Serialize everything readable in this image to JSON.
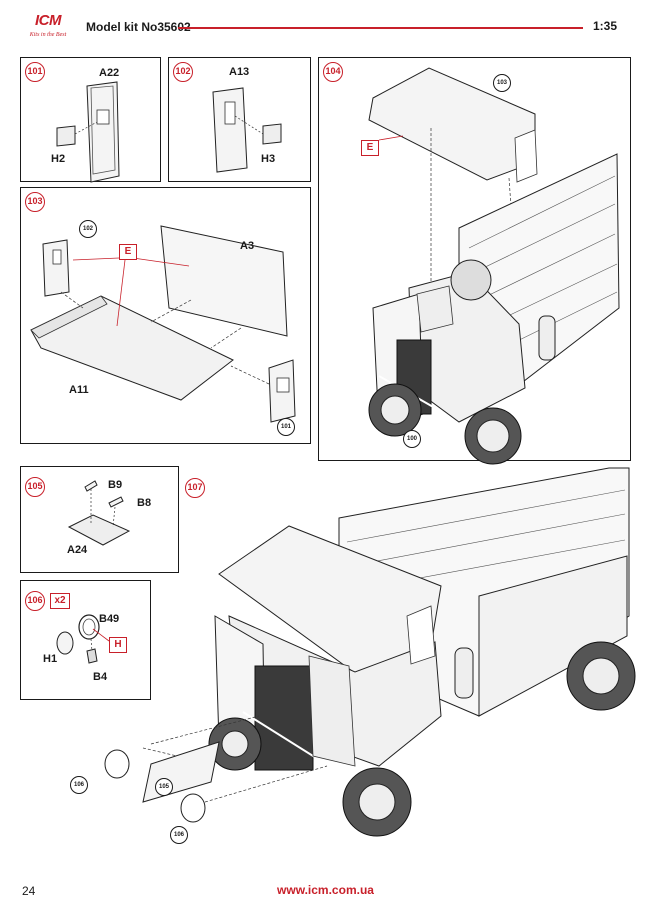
{
  "header": {
    "logo": "ICM",
    "logo_tagline": "Kits in the Best",
    "kit_number": "Model kit No35602",
    "scale": "1:35"
  },
  "steps": {
    "s101": {
      "number": "101",
      "part_a": "A22",
      "part_b": "H2"
    },
    "s102": {
      "number": "102",
      "part_a": "A13",
      "part_b": "H3"
    },
    "s103": {
      "number": "103",
      "ref_top": "102",
      "color_code": "E",
      "part_a": "A3",
      "part_b": "A11",
      "ref_bottom": "101"
    },
    "s104": {
      "number": "104",
      "ref_top": "103",
      "color_code": "E",
      "ref_bottom": "100"
    },
    "s105": {
      "number": "105",
      "part_a": "B9",
      "part_b": "B8",
      "part_c": "A24"
    },
    "s106": {
      "number": "106",
      "multiplier": "x2",
      "part_a": "B49",
      "color_code": "H",
      "part_b": "H1",
      "part_c": "B4"
    },
    "s107": {
      "number": "107",
      "ref_a": "106",
      "ref_b": "105",
      "ref_c": "106"
    }
  },
  "footer": {
    "page_number": "24",
    "url": "www.icm.com.ua"
  }
}
